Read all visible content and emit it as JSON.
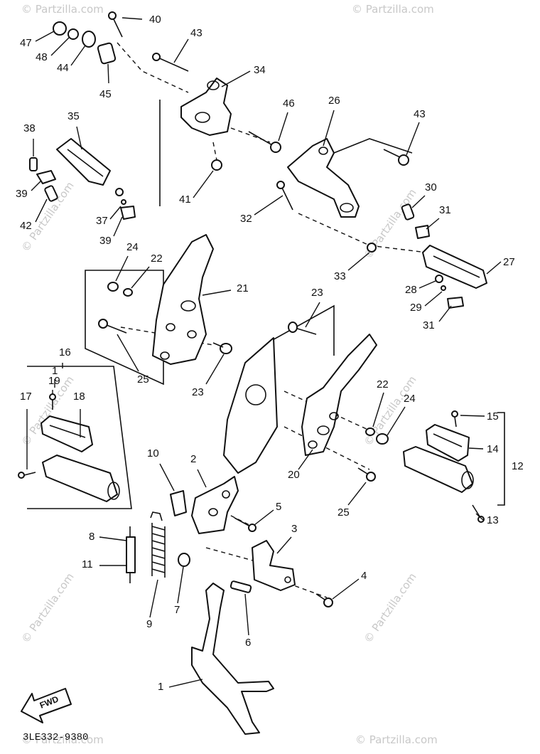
{
  "diagram": {
    "part_numbers": [
      "1",
      "2",
      "3",
      "4",
      "5",
      "6",
      "7",
      "8",
      "9",
      "10",
      "11",
      "12",
      "13",
      "14",
      "15",
      "16",
      "17",
      "18",
      "19",
      "20",
      "21",
      "22",
      "23",
      "24",
      "25",
      "26",
      "27",
      "28",
      "29",
      "30",
      "31",
      "32",
      "33",
      "34",
      "35",
      "37",
      "38",
      "39",
      "40",
      "41",
      "42",
      "43",
      "44",
      "45",
      "46",
      "47",
      "48"
    ],
    "drawing_code": "3LE332-9380",
    "direction_label": "FWD",
    "watermark": "© Partzilla.com"
  }
}
